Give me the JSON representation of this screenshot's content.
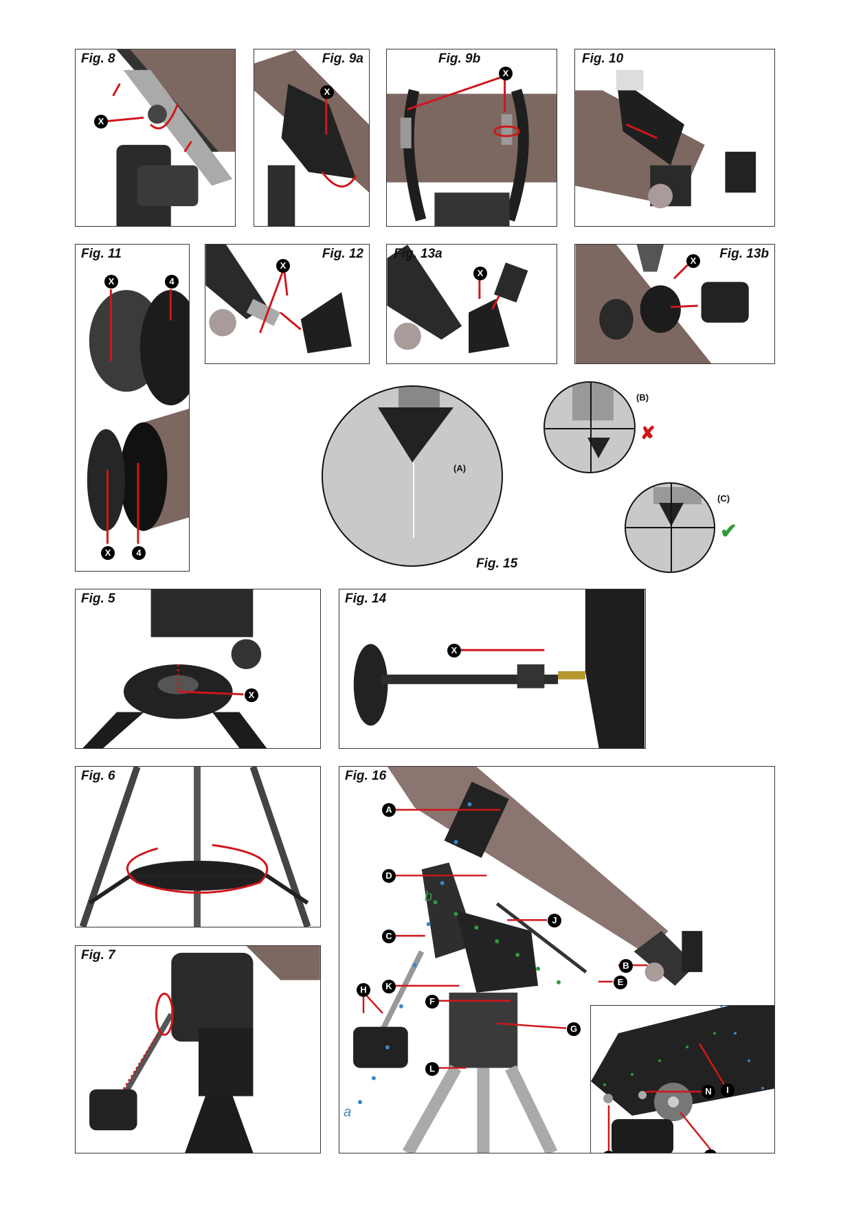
{
  "figures": {
    "fig8": {
      "label": "Fig. 8",
      "callouts": [
        "X"
      ]
    },
    "fig9a": {
      "label": "Fig. 9a",
      "callouts": [
        "X"
      ]
    },
    "fig9b": {
      "label": "Fig. 9b",
      "callouts": [
        "X"
      ]
    },
    "fig10": {
      "label": "Fig. 10"
    },
    "fig11": {
      "label": "Fig. 11",
      "callouts": [
        "X",
        "4",
        "X",
        "4"
      ]
    },
    "fig12": {
      "label": "Fig. 12",
      "callouts": [
        "X"
      ]
    },
    "fig13a": {
      "label": "Fig. 13a",
      "callouts": [
        "X"
      ]
    },
    "fig13b": {
      "label": "Fig. 13b",
      "callouts": [
        "X"
      ]
    },
    "fig15": {
      "label": "Fig. 15",
      "views": [
        "(A)",
        "(B)",
        "(C)"
      ],
      "wrong_mark": "✘",
      "right_mark": "✔"
    },
    "fig5": {
      "label": "Fig. 5",
      "callouts": [
        "X"
      ]
    },
    "fig14": {
      "label": "Fig. 14",
      "callouts": [
        "X"
      ]
    },
    "fig6": {
      "label": "Fig. 6"
    },
    "fig7": {
      "label": "Fig. 7"
    },
    "fig16": {
      "label": "Fig. 16",
      "callouts": {
        "A": "A",
        "B": "B",
        "C": "C",
        "D": "D",
        "E": "E",
        "F": "F",
        "G": "G",
        "H": "H",
        "I": "I",
        "J": "J",
        "K": "K",
        "L": "L",
        "M": "M",
        "N": "N",
        "O": "O"
      },
      "axis_a": "a",
      "axis_b": "b"
    }
  },
  "colors": {
    "arrow": "#d0161b",
    "tube": "#8a7570",
    "axis_a": "#3a86c8",
    "axis_b": "#2f9a3c",
    "check": "#2e9a36"
  }
}
